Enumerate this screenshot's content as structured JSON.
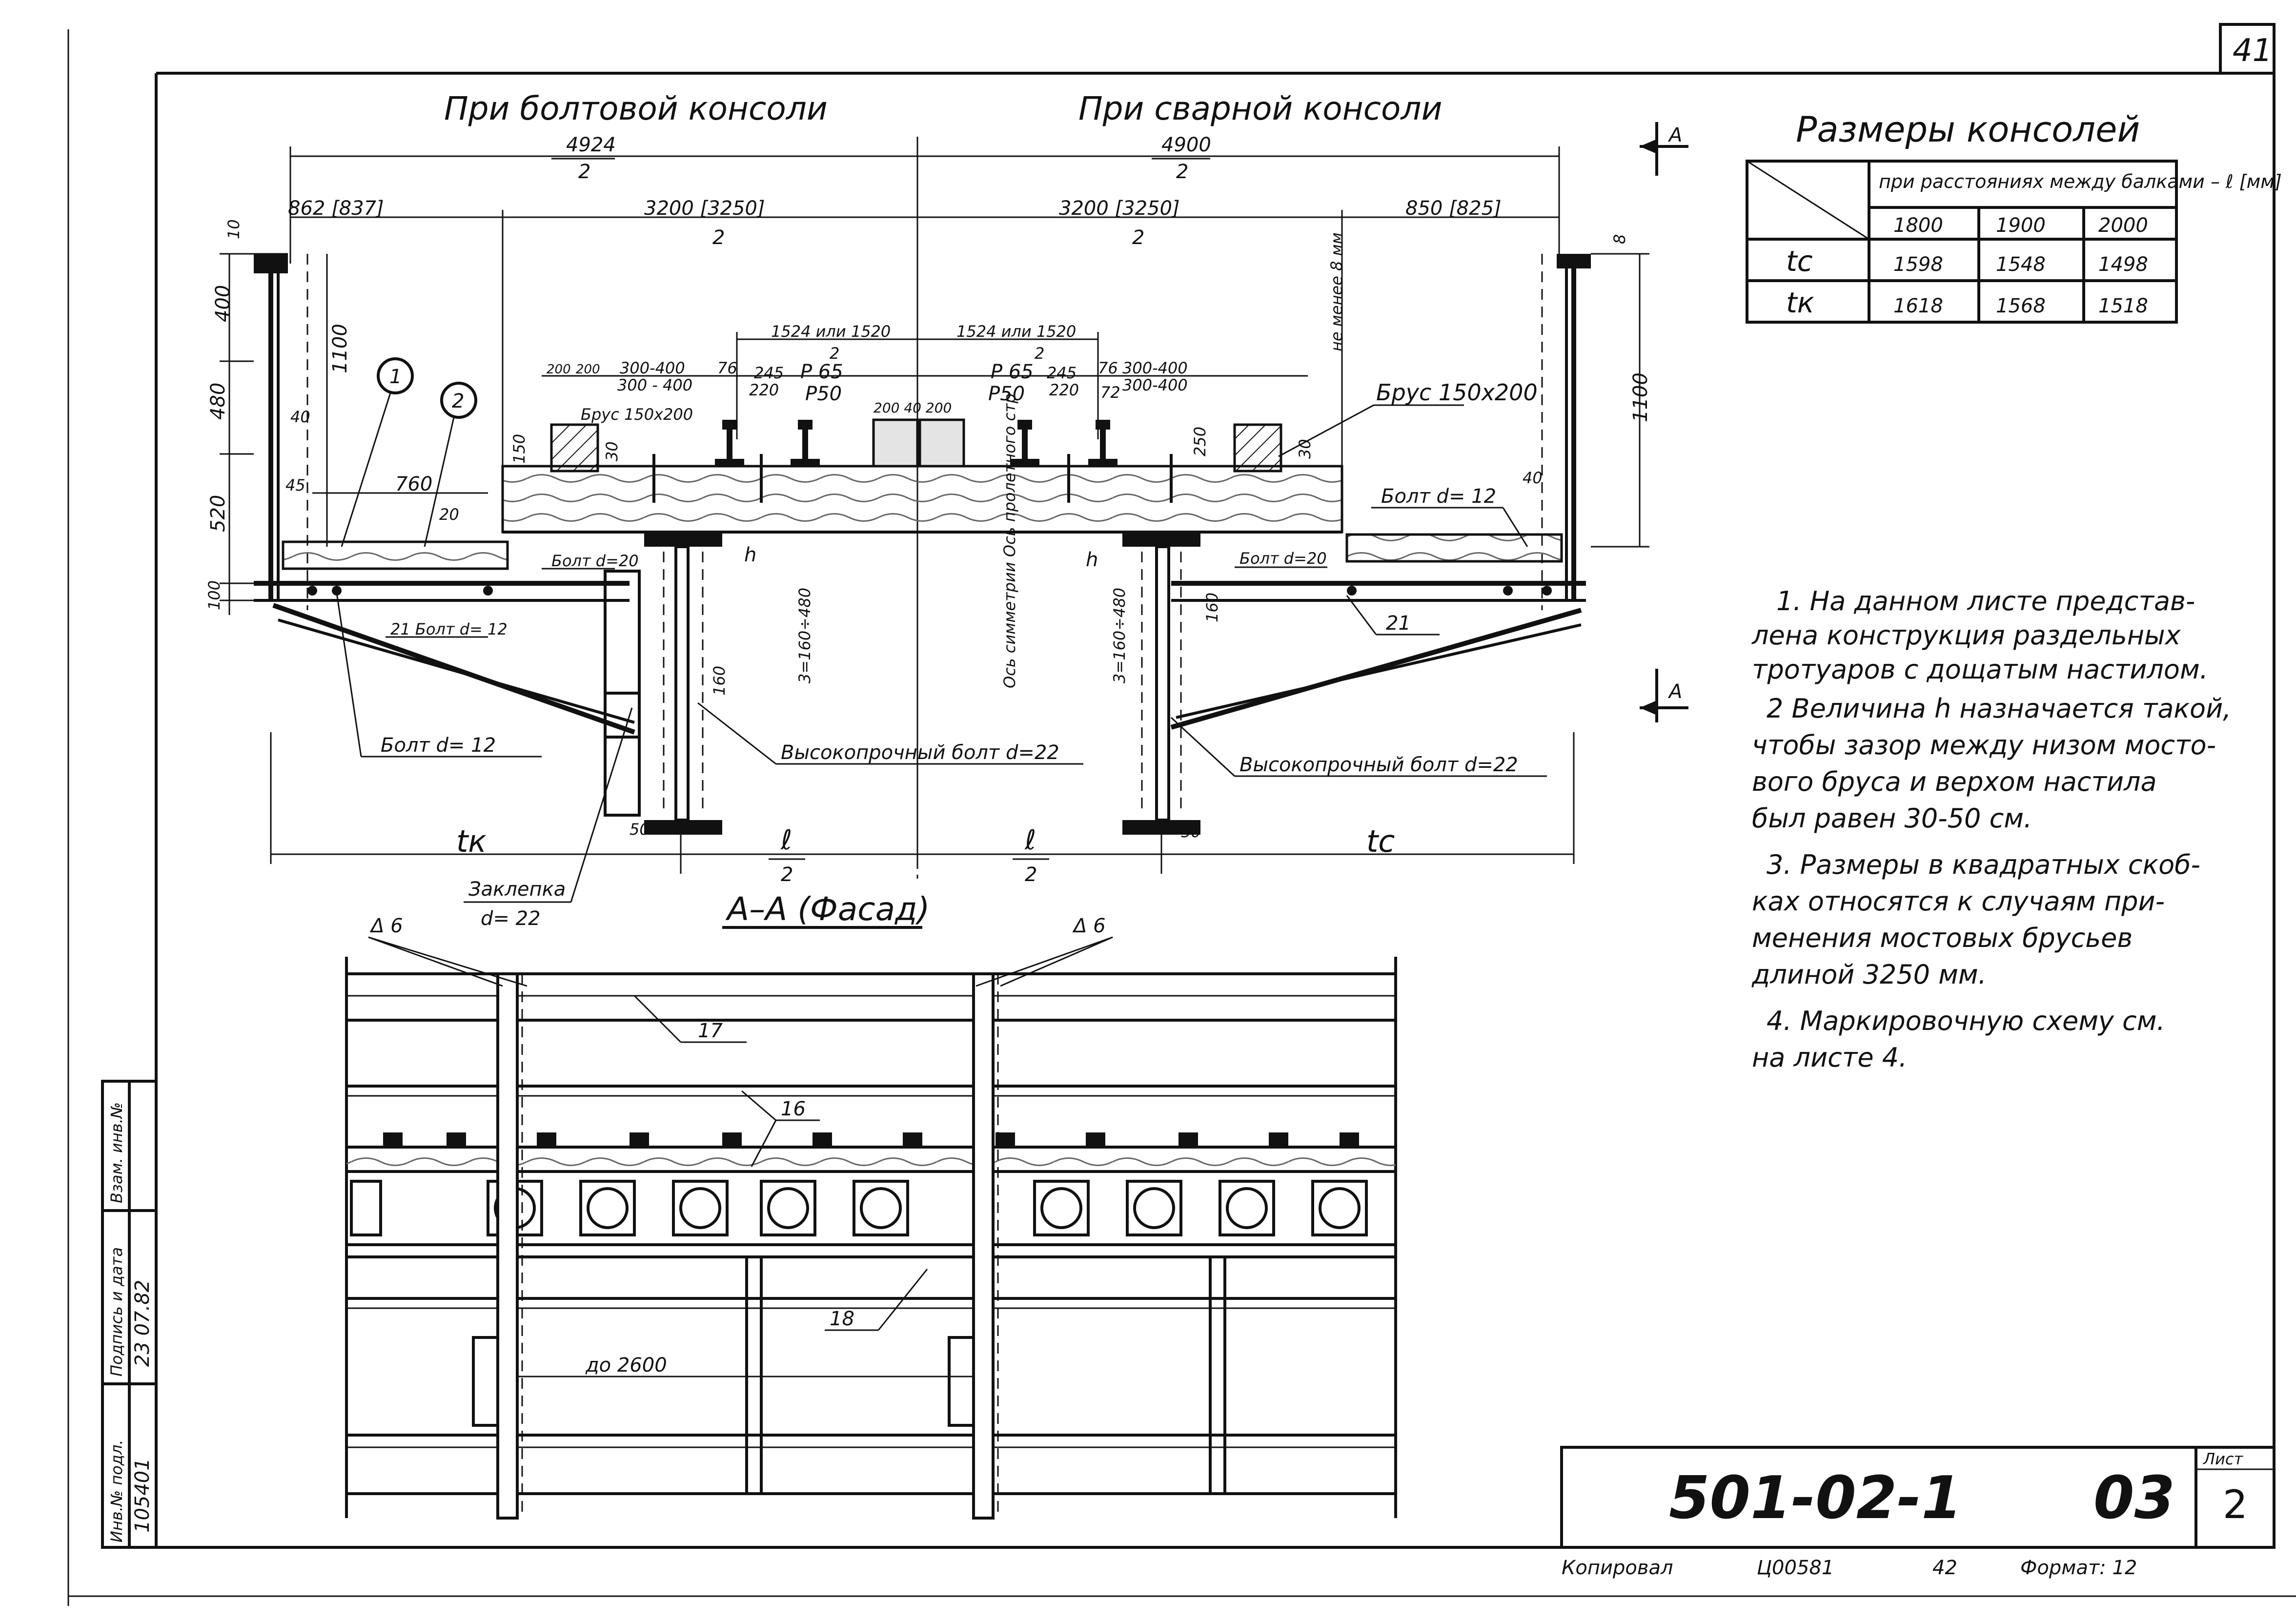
{
  "sheet": {
    "sheet_number_top": "41",
    "left_view_title": "При болтовой консоли",
    "right_view_title": "При сварной консоли",
    "section_mark": "А",
    "section_title": "А–А (Фасад)"
  },
  "dimensions": {
    "total_left": "4924",
    "total_right": "4900",
    "half": "2",
    "left_outer": "862 [837]",
    "left_inner": "3200 [3250]",
    "right_inner": "3200 [3250]",
    "right_outer": "850 [825]",
    "gauge_left": "1524 или 1520",
    "gauge_right": "1524 или 1520",
    "height_1100_left": "1100",
    "height_1100_right": "1100",
    "h400": "400",
    "h480": "480",
    "h520": "520",
    "h100": "100",
    "h10": "10",
    "h8": "8",
    "d40_left": "40",
    "d45": "45",
    "d760": "760",
    "d20": "20",
    "d40_right": "40",
    "d150": "150",
    "d30_left": "30",
    "d30_right": "30",
    "d250": "250",
    "d200a": "200",
    "d200b": "200",
    "d200c": "200 40 200",
    "d300_400_a": "300-400",
    "d300_400_b": "300 - 400",
    "d300_400_c": "300-400",
    "d300_400_d": "300-400",
    "d76a": "76",
    "d76b": "76",
    "d72": "72",
    "d245a": "245",
    "d245b": "245",
    "d220a": "220",
    "d220b": "220",
    "p65a": "Р 65",
    "p50a": "Р50",
    "p65b": "Р 65",
    "p50b": "Р50",
    "h_left": "h",
    "h_right": "h",
    "range_left": "3=160÷480",
    "range_right": "3=160÷480",
    "d160a": "160",
    "d160b": "160",
    "d50a": "50",
    "d50b": "50",
    "tk": "tк",
    "tc": "tс",
    "l": "ℓ",
    "min_gap": "не менее 8 мм",
    "axis_label": "Ось симметрии Ось пролетного стр",
    "d2600": "до 2600",
    "d6a": "Δ 6",
    "d6b": "Δ 6"
  },
  "labels": {
    "bolt_d20_left": "Болт d=20",
    "bolt_d20_right": "Болт d=20",
    "bolt_d12_right": "Болт d= 12",
    "bolt_d12_left_upper": "21 Болт d= 12",
    "bolt_d12_left": "Болт d= 12",
    "hs_bolt_left": "Высокопрочный болт d=22",
    "hs_bolt_right": "Высокопрочный болт d=22",
    "beam_label_left": "Брус 150х200",
    "beam_label_right": "Брус 150х200",
    "rivet": "Заклепка",
    "rivet_d": "d= 22",
    "callout_1": "1",
    "callout_2": "2",
    "pos_21": "21",
    "pos_17": "17",
    "pos_16": "16",
    "pos_18": "18"
  },
  "table": {
    "title": "Размеры консолей",
    "header_main": "при расстояниях между балками – ℓ [мм]",
    "columns": [
      "1800",
      "1900",
      "2000"
    ],
    "rows": [
      {
        "label": "tс",
        "values": [
          "1598",
          "1548",
          "1498"
        ]
      },
      {
        "label": "tк",
        "values": [
          "1618",
          "1568",
          "1518"
        ]
      }
    ]
  },
  "notes": [
    "1. На данном листе представ-",
    "лена конструкция раздельных",
    "тротуаров с дощатым настилом.",
    "2 Величина h назначается такой,",
    "чтобы зазор между низом мосто-",
    "вого бруса и верхом настила",
    "был равен 30-50 см.",
    "3. Размеры в квадратных скоб-",
    "ках относятся к случаям при-",
    "менения мостовых брусьев",
    "длиной 3250 мм.",
    "4. Маркировочную схему см.",
    "на листе 4."
  ],
  "stamp": {
    "code": "501-02-1",
    "sub": "03",
    "sheet_label": "Лист",
    "sheet_no": "2",
    "copied": "Копировал",
    "copy_code": "Ц00581",
    "copy_no": "42",
    "format": "Формат: 12"
  },
  "side_stamp": {
    "col1_label": "Инв.№ подл.",
    "col1_value": "105401",
    "col2_label": "Подпись и дата",
    "col2_value": "23 07.82",
    "col3_label": "Взам. инв.№",
    "col3_value": ""
  }
}
